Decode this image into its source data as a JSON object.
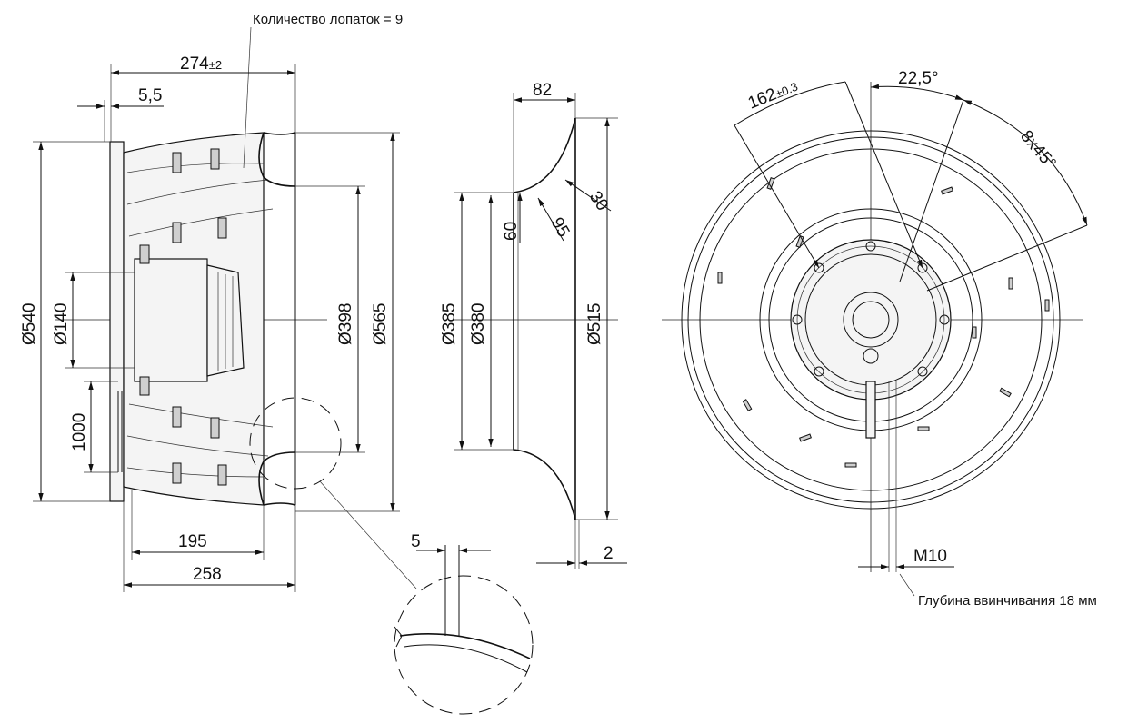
{
  "side_view": {
    "blades_note": "Количество лопаток = 9",
    "width_top": "274",
    "width_top_tol": "±2",
    "flange": "5,5",
    "dia_540": "Ø540",
    "dia_140": "Ø140",
    "cable_length": "1000",
    "dia_398": "Ø398",
    "dia_565": "Ø565",
    "width_195": "195",
    "width_258": "258"
  },
  "profile_view": {
    "depth_82": "82",
    "r30": "30",
    "dim_60": "60",
    "dim_95": "95",
    "dia_385": "Ø385",
    "dia_380": "Ø380",
    "dia_515": "Ø515",
    "thick_2": "2"
  },
  "detail": {
    "thick_5": "5"
  },
  "front_view": {
    "pcd": "162",
    "pcd_tol": "±0.3",
    "angle": "22,5°",
    "pattern": "8x45°",
    "thread": "M10",
    "thread_note": "Глубина ввинчивания 18 мм"
  },
  "colors": {
    "line": "#111111",
    "fill": "#f4f4f4",
    "background": "#ffffff"
  }
}
